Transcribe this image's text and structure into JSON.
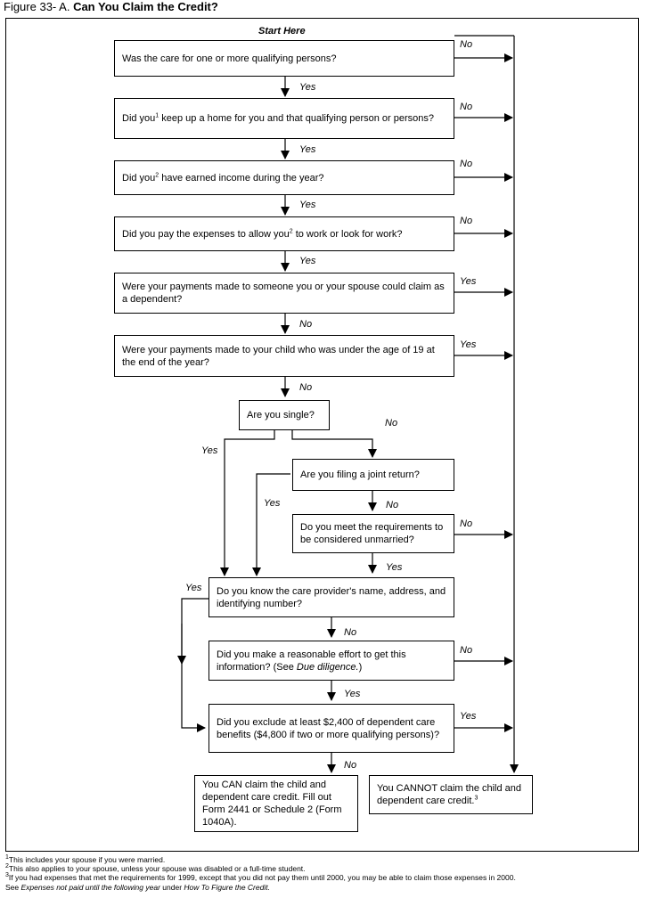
{
  "figure": {
    "number": "Figure 33- A.",
    "title": "Can You Claim the Credit?",
    "start_label": "Start Here"
  },
  "questions": {
    "q1": "Was the care for one or more qualifying persons?",
    "q2a": "Did you",
    "q2_sup": "1",
    "q2b": "keep up a home for you and that qualifying person or persons?",
    "q3a": "Did you",
    "q3_sup": "2",
    "q3b": "have earned income during the year?",
    "q4a": "Did you pay the expenses to allow you",
    "q4_sup": "2",
    "q4b": "to work or look for work?",
    "q5": "Were your payments made to someone you or your spouse could claim as a dependent?",
    "q6": "Were your payments made to your child who was under the age of 19 at the end of the year?",
    "q7": "Are you single?",
    "q8": "Are you filing a joint return?",
    "q9": "Do you meet the requirements to be considered unmarried?",
    "q10": "Do you know the care provider's name, address, and identifying number?",
    "q11a": "Did you make a reasonable effort to get this information? (See",
    "q11_ital": "Due diligence.",
    "q11b": ")",
    "q12": "Did you exclude at least $2,400 of dependent care benefits ($4,800 if two or more qualifying persons)?"
  },
  "results": {
    "can_claim": "You CAN claim the child and dependent care credit. Fill out Form 2441 or Schedule 2 (Form 1040A).",
    "cannot_claim": "You CANNOT claim the child and dependent care credit.",
    "cannot_sup": "3"
  },
  "answers": {
    "yes": "Yes",
    "no": "No"
  },
  "footnotes": {
    "f1_num": "1",
    "f1": "This includes your spouse if you were married.",
    "f2_num": "2",
    "f2": "This also applies to your spouse, unless your spouse was disabled or a full-time student.",
    "f3_num": "3",
    "f3a": "If you had expenses that met the requirements for 1999, except that you did not pay them until 2000, you may be able to claim those expenses in 2000.",
    "f3b_pre": "See",
    "f3b_ital1": "Expenses not paid until the following year",
    "f3b_mid": "under",
    "f3b_ital2": "How To Figure the Credit."
  }
}
